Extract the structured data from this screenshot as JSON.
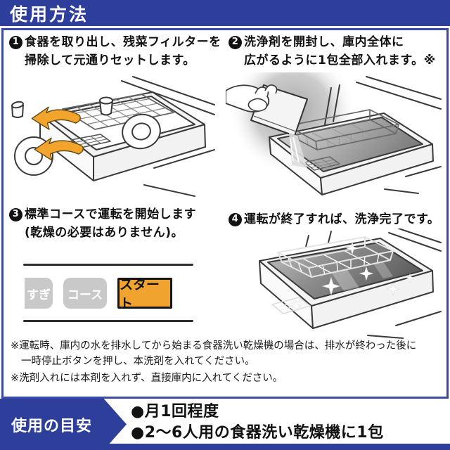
{
  "header": {
    "title": "使用方法"
  },
  "steps": [
    {
      "num": "1",
      "line1": "食器を取り出し、残菜フィルターを",
      "line2": "掃除して元通りセットします。"
    },
    {
      "num": "2",
      "line1": "洗浄剤を開封し、庫内全体に",
      "line2": "広がるように1包全部入れます。※"
    },
    {
      "num": "3",
      "line1": "標準コースで運転を開始します",
      "line2": "(乾燥の必要はありません)。"
    },
    {
      "num": "4",
      "line1": "運転が終了すれば、洗浄完了です。",
      "line2": ""
    }
  ],
  "control_panel": {
    "buttons": [
      {
        "label": "すぎ"
      },
      {
        "label": "コース"
      },
      {
        "label": "スタート"
      }
    ]
  },
  "notes": [
    {
      "line1": "※運転時、庫内の水を排水してから始まる食器洗い乾燥機の場合は、排水が終わった後に",
      "line2": "一時停止ボタンを押し、本洗剤を入れてください。"
    },
    {
      "line1": "※洗剤入れには本剤を入れず、直接庫内に入れてください。",
      "line2": ""
    }
  ],
  "usage_guide": {
    "label": "使用の目安",
    "items": [
      "●月1回程度",
      "●2〜6人用の食器洗い乾燥機に1包"
    ]
  },
  "colors": {
    "accent_blue": "#2e3e9b",
    "box_border_blue": "#3a4aa5",
    "start_button_orange": "#f0a42f",
    "arrow_orange": "#f2a42c",
    "button_gray": "#c9c9c9"
  }
}
